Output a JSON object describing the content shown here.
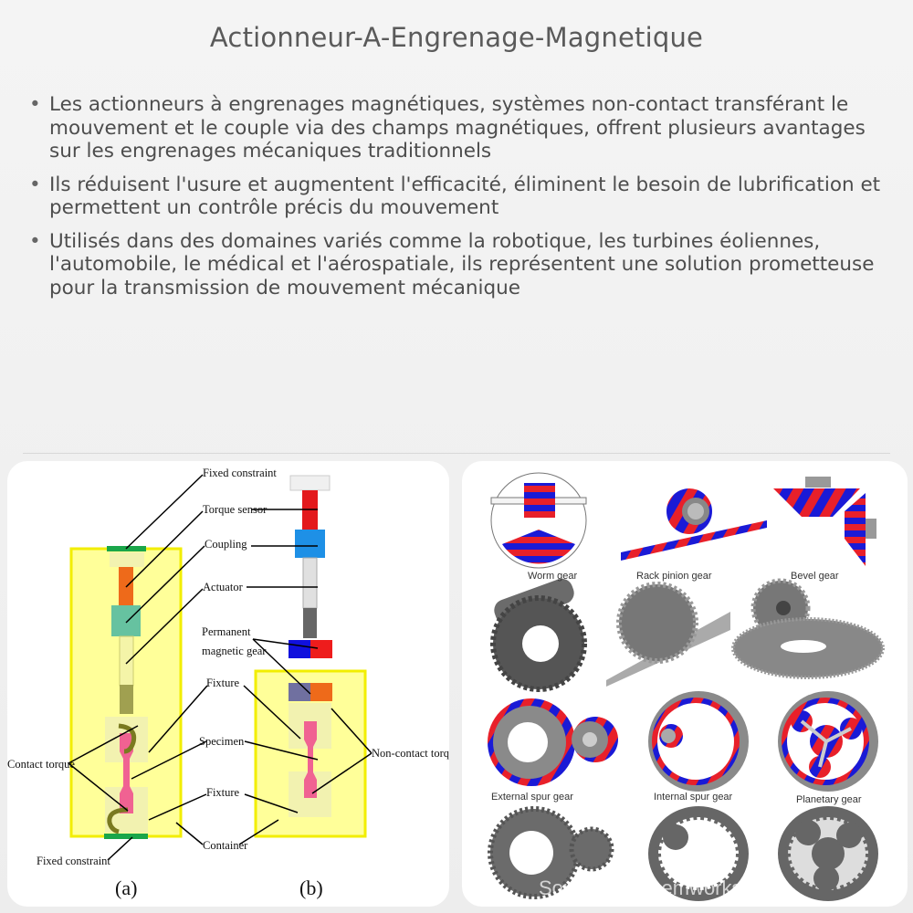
{
  "title": "Actionneur-A-Engrenage-Magnetique",
  "bullets": [
    "Les actionneurs à engrenages magnétiques, systèmes non-contact transférant le mouvement et le couple via des champs magnétiques, offrent plusieurs avantages sur les engrenages mécaniques traditionnels",
    "Ils réduisent l'usure et augmentent l'efficacité, éliminent le besoin de lubrification et permettent un contrôle précis du mouvement",
    "Utilisés dans des domaines variés comme la robotique, les turbines éoliennes, l'automobile, le médical et l'aérospatiale, ils représentent une solution prometteuse pour la transmission de mouvement mécanique"
  ],
  "left_figure": {
    "labels": {
      "fixed_constraint_top": "Fixed constraint",
      "torque_sensor": "Torque sensor",
      "coupling": "Coupling",
      "actuator": "Actuator",
      "permanent_magnetic_gear_1": "Permanent",
      "permanent_magnetic_gear_2": "magnetic gear",
      "fixture_top": "Fixture",
      "specimen": "Specimen",
      "fixture_bottom": "Fixture",
      "container": "Container",
      "fixed_constraint_bottom": "Fixed constraint",
      "contact_torque": "Contact torque",
      "non_contact_torque": "Non-contact torque",
      "caption_a": "(a)",
      "caption_b": "(b)"
    },
    "colors": {
      "container": "#ffff99",
      "container_border": "#f2ee00",
      "magnet_red": "#ee1c1c",
      "magnet_blue": "#1010dd",
      "specimen": "#f06292"
    }
  },
  "right_figure": {
    "labels": [
      "Worm gear",
      "Rack pinion gear",
      "Bevel gear",
      "External spur gear",
      "Internal spur gear",
      "Planetary gear"
    ],
    "watermark": "Source: www.emworks.com",
    "colors": {
      "magnet_red": "#e8202a",
      "magnet_blue": "#1a1ad6",
      "steel": "#6b6b6b"
    }
  }
}
